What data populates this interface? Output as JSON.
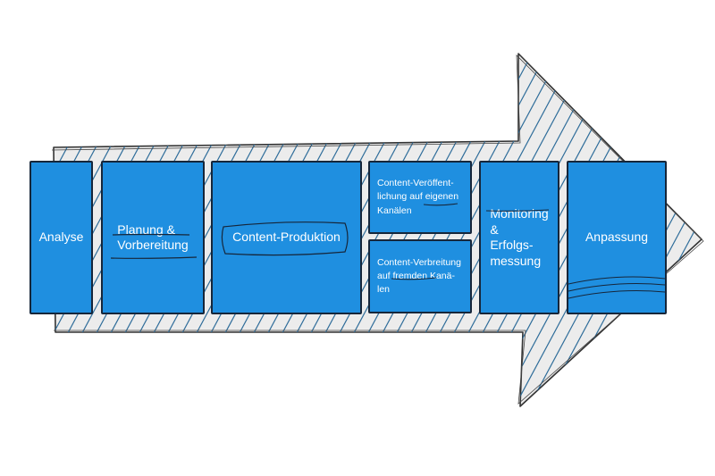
{
  "diagram": {
    "steps": [
      {
        "id": "analyse",
        "label": "Analyse"
      },
      {
        "id": "planung",
        "label": "Planung &\nVorbereitung"
      },
      {
        "id": "content",
        "label": "Content-Produktion"
      },
      {
        "id": "veroeffentlichung",
        "label": "Content-Veröffent-\nlichung auf eigenen\nKanälen"
      },
      {
        "id": "verbreitung",
        "label": "Content-Verbreitung\nauf fremden Kanä-\nlen"
      },
      {
        "id": "monitoring",
        "label": "Monitoring\n&\nErfolgs-\nmessung"
      },
      {
        "id": "anpassung",
        "label": "Anpassung"
      }
    ],
    "colors": {
      "box_fill": "#1f8fe0",
      "box_stroke": "#16263a",
      "arrow_fill": "#ececec",
      "hatch": "#2f6d9a",
      "underline": "#16263a"
    }
  }
}
